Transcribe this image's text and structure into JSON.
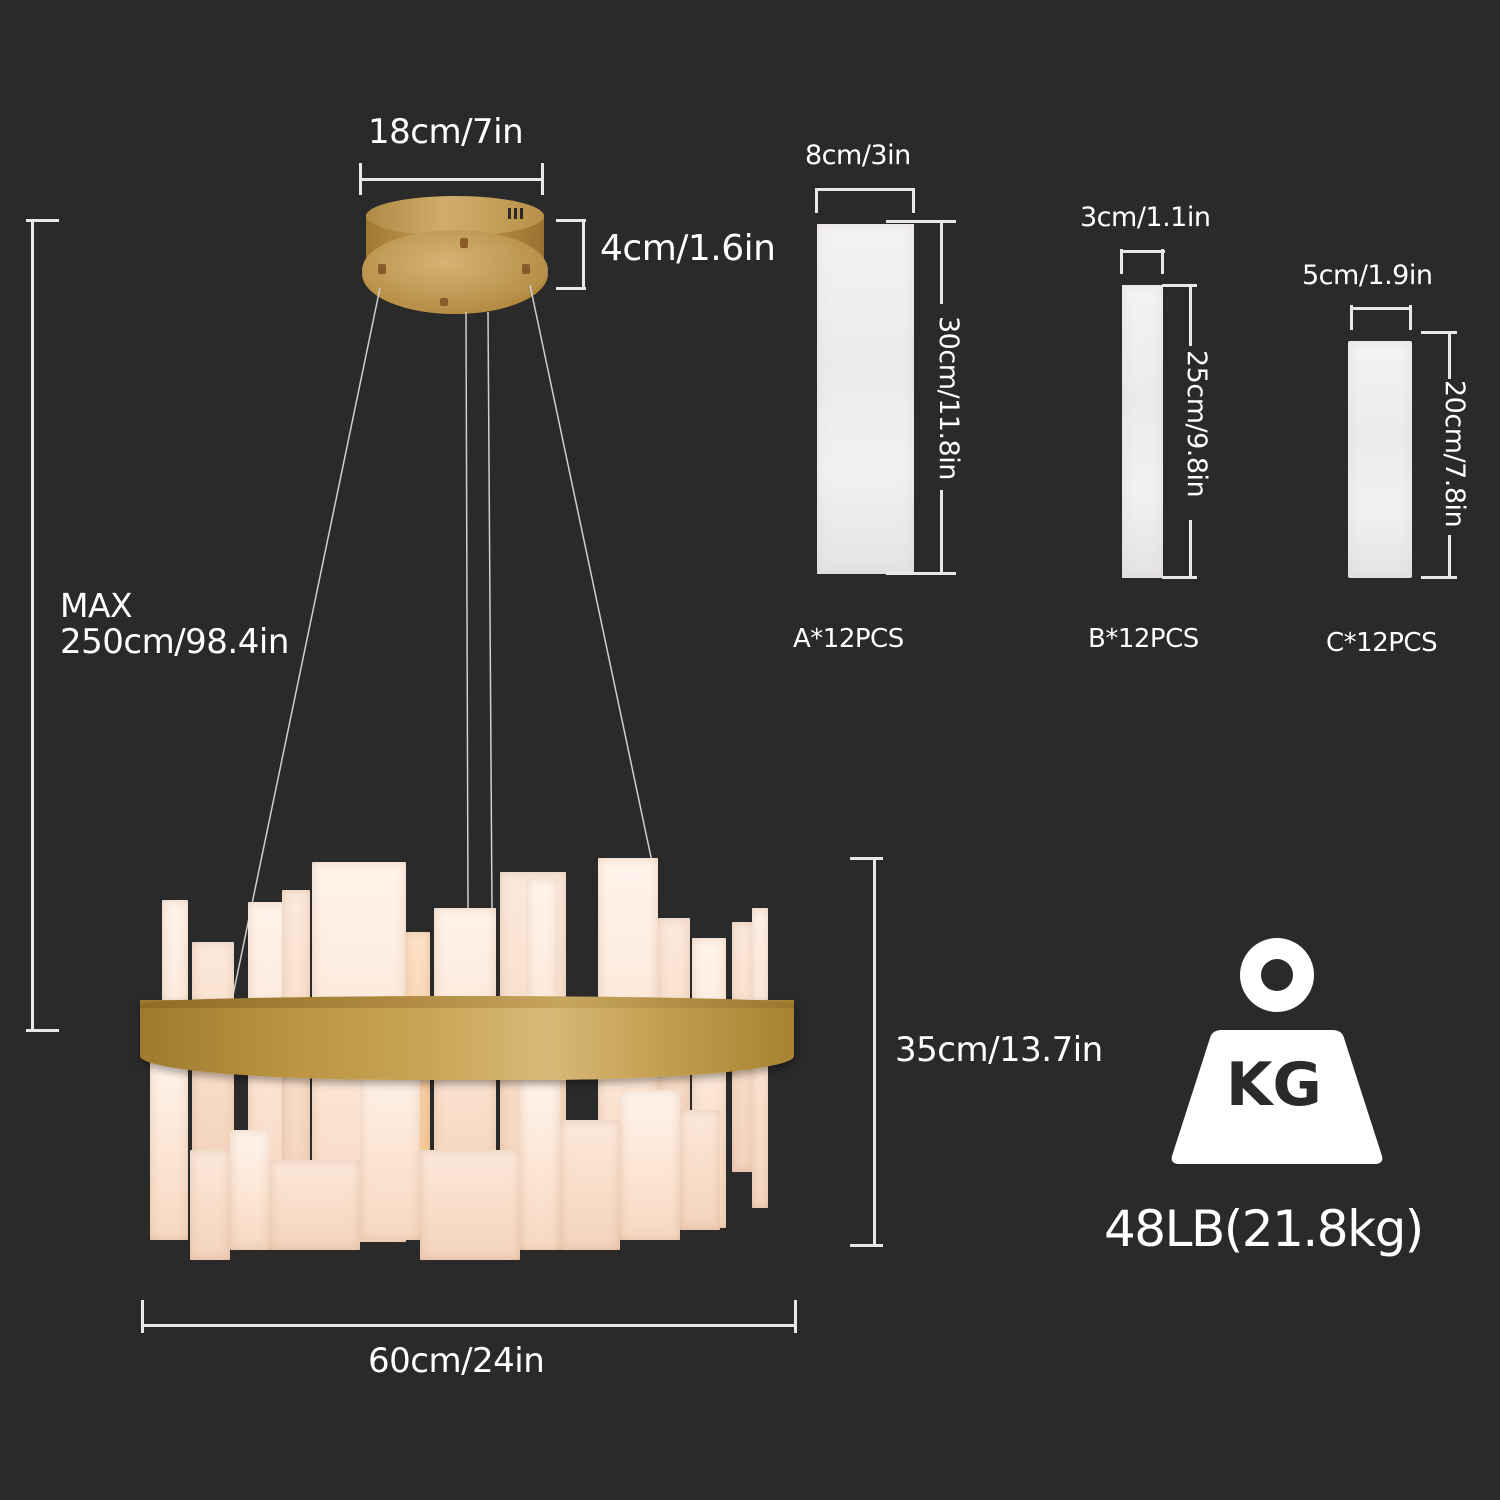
{
  "diagram": {
    "type": "product-dimension-diagram",
    "subject": "alabaster ring chandelier",
    "colors": {
      "background": "#2a2a2a",
      "text": "#ffffff",
      "dimension_line": "#e8e8e8",
      "brass": "#b8913f",
      "alabaster": "#f3ece6"
    }
  },
  "canopy": {
    "width_label": "18cm/7in",
    "height_label": "4cm/1.6in"
  },
  "overall": {
    "max_height_label_line1": "MAX",
    "max_height_label_line2": "250cm/98.4in",
    "fixture_height_label": "35cm/13.7in",
    "fixture_width_label": "60cm/24in"
  },
  "pieces": [
    {
      "id": "A",
      "width_label": "8cm/3in",
      "height_label": "30cm/11.8in",
      "count_label": "A*12PCS"
    },
    {
      "id": "B",
      "width_label": "3cm/1.1in",
      "height_label": "25cm/9.8in",
      "count_label": "B*12PCS"
    },
    {
      "id": "C",
      "width_label": "5cm/1.9in",
      "height_label": "20cm/7.8in",
      "count_label": "C*12PCS"
    }
  ],
  "weight": {
    "icon_text": "KG",
    "label": "48LB(21.8kg)"
  }
}
